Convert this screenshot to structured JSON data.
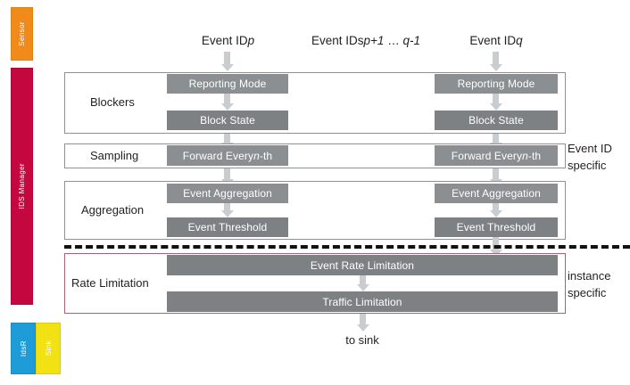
{
  "roles": [
    {
      "id": "sensor",
      "label": "Sensor",
      "color": "#f08a1b"
    },
    {
      "id": "ids-manager",
      "label": "IDS Manager",
      "color": "#c4073f"
    },
    {
      "id": "idsr",
      "label": "IdsR",
      "color": "#1d9cd7"
    },
    {
      "id": "sink",
      "label": "Sink",
      "color": "#f2e214"
    }
  ],
  "columns": {
    "left": {
      "prefix": "Event ID",
      "variable": "p"
    },
    "middle": {
      "prefix": "Event IDs",
      "variable": "p+1",
      "ellipsis": "…",
      "variable2": "q-1"
    },
    "right": {
      "prefix": "Event ID",
      "variable": "q"
    }
  },
  "stages": [
    {
      "id": "blockers",
      "label": "Blockers",
      "boxes_left": [
        "Reporting  Mode",
        "Block State"
      ],
      "boxes_right": [
        "Reporting  Mode",
        "Block State"
      ]
    },
    {
      "id": "sampling",
      "label": "Sampling",
      "boxes_left": [
        "Forward Every n-th"
      ],
      "boxes_right": [
        "Forward Every n-th"
      ]
    },
    {
      "id": "aggregation",
      "label": "Aggregation",
      "boxes_left": [
        "Event Aggregation",
        "Event Threshold"
      ],
      "boxes_right": [
        "Event Aggregation",
        "Event Threshold"
      ]
    },
    {
      "id": "rate-limitation",
      "label": "Rate Limitation",
      "boxes_full": [
        "Event Rate Limitation",
        "Traffic Limitation"
      ]
    }
  ],
  "sampling_box": {
    "prefix": "Forward Every",
    "variable": "n",
    "suffix": "-th"
  },
  "annotations": {
    "event_id_specific": {
      "line1": "Event ID",
      "line2": "specific"
    },
    "instance_specific": {
      "line1": "instance",
      "line2": "specific"
    }
  },
  "footer": {
    "to_sink": "to sink"
  },
  "colors": {
    "box_tone_a": "#8b8f91",
    "box_tone_b": "#7d8183",
    "arrow": "#c9cdd0",
    "frame_border": "#8e9295",
    "frame_border_red": "#a8636f",
    "dash_line": "#111111"
  }
}
